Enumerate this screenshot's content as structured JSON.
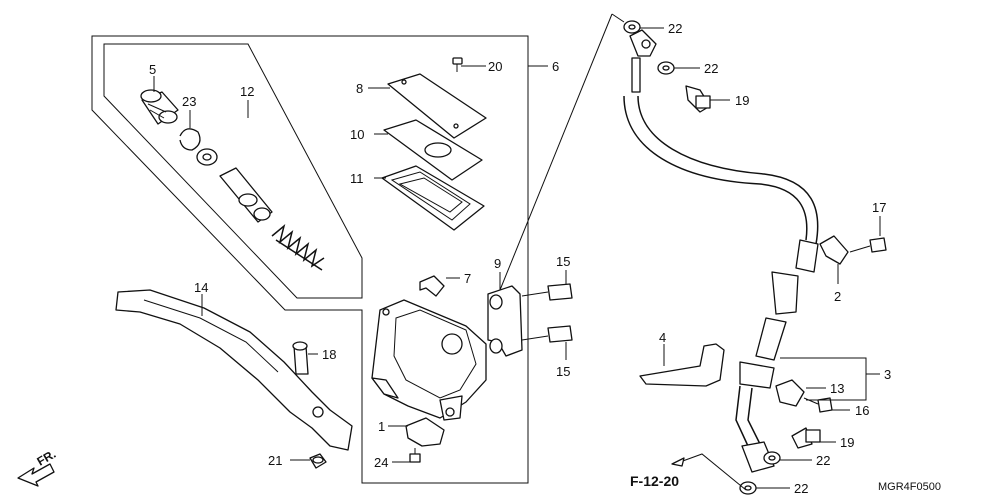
{
  "diagram": {
    "callouts": {
      "c1": "1",
      "c2": "2",
      "c3": "3",
      "c4": "4",
      "c5": "5",
      "c6": "6",
      "c7": "7",
      "c8": "8",
      "c9": "9",
      "c10": "10",
      "c11": "11",
      "c12": "12",
      "c13": "13",
      "c14": "14",
      "c15a": "15",
      "c15b": "15",
      "c16": "16",
      "c17": "17",
      "c18": "18",
      "c19a": "19",
      "c19b": "19",
      "c20": "20",
      "c21": "21",
      "c22a": "22",
      "c22b": "22",
      "c22c": "22",
      "c22d": "22",
      "c23": "23",
      "c24": "24"
    },
    "reference": "F-12-20",
    "direction_label": "FR.",
    "diagram_code": "MGR4F0500"
  },
  "colors": {
    "ink": "#111111",
    "background": "#ffffff"
  }
}
